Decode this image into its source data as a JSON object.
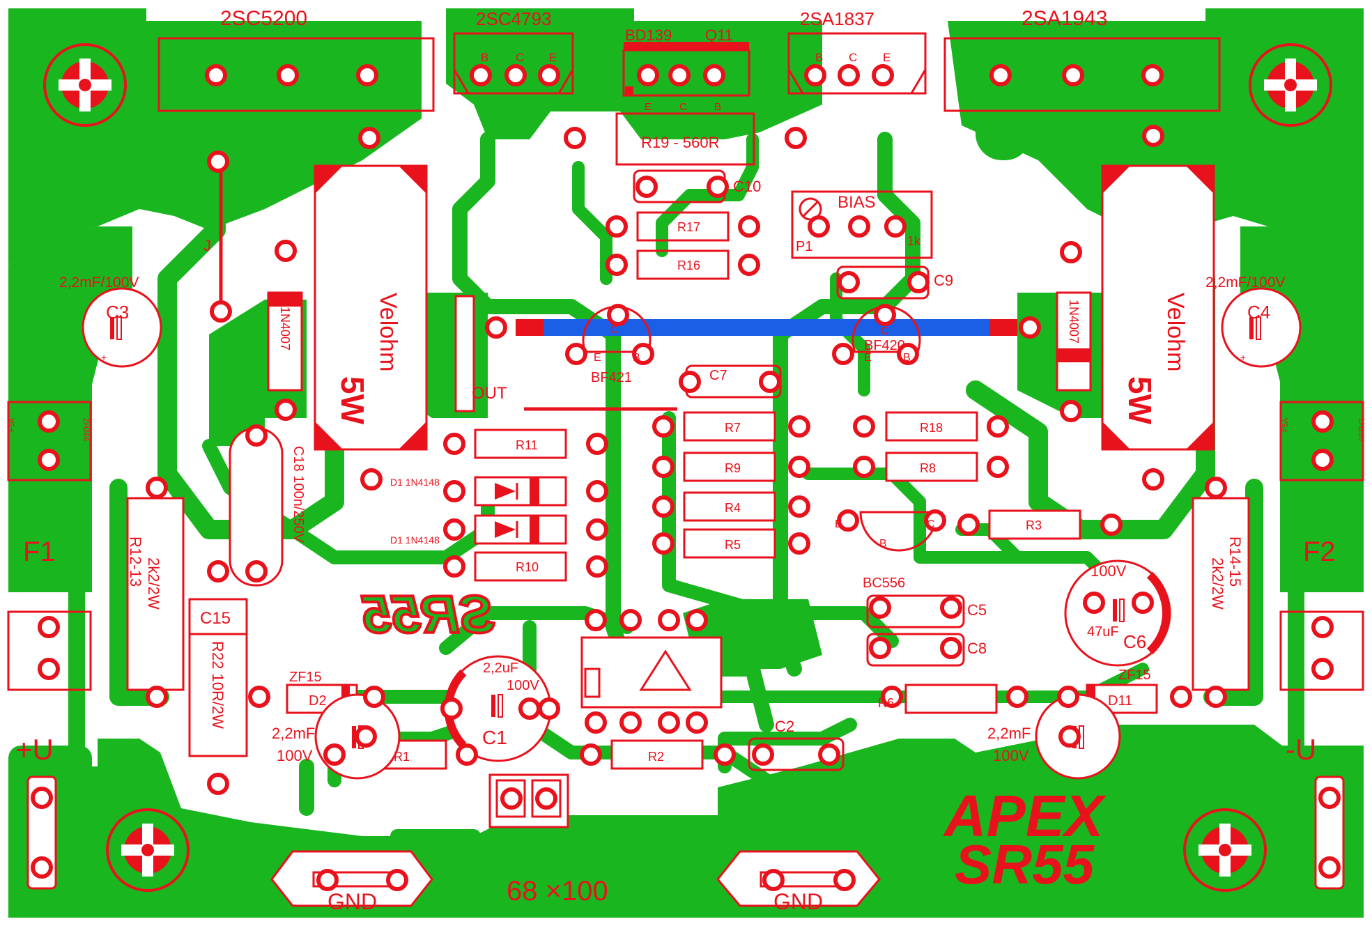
{
  "transistors": {
    "q_2sc5200": "2SC5200",
    "q_2sc4793": "2SC4793",
    "q_bd139": "BD139",
    "q_q11": "Q11",
    "q_2sa1837": "2SA1837",
    "q_2sa1943": "2SA1943",
    "q_bf421": "BF421",
    "q_bf420": "BF420",
    "q_bc556": "BC556"
  },
  "pins": {
    "b": "B",
    "c": "C",
    "e": "E"
  },
  "resistors": {
    "r19": "R19 - 560R",
    "r17": "R17",
    "r16": "R16",
    "r11": "R11",
    "r10": "R10",
    "r7": "R7",
    "r9": "R9",
    "r4": "R4",
    "r5": "R5",
    "r18": "R18",
    "r8": "R8",
    "r3": "R3",
    "r6": "R6",
    "r1": "R1",
    "r2": "R2",
    "r12_13": "R12-13",
    "r12_13_val": "2k2/2W",
    "r14_15": "R14-15",
    "r14_15_val": "2k2/2W",
    "r22": "R22 10R/2W"
  },
  "capacitors": {
    "c10": "C10",
    "c9": "C9",
    "c7": "C7",
    "c5": "C5",
    "c8": "C8",
    "c2": "C2",
    "c3": "C3",
    "c3_val": "2,2mF/100V",
    "c4": "C4",
    "c4_val": "2,2mF/100V",
    "c18": "C18 100n/250V",
    "c15": "C15",
    "c1": "C1",
    "c1_val": "2,2uF",
    "c1_v": "100V",
    "c6": "C6",
    "c6_val": "47uF",
    "c6_v": "100V",
    "c_left_val": "2,2mF",
    "c_left_v": "100V",
    "c_right_val": "2,2mF",
    "c_right_v": "100V"
  },
  "misc": {
    "bias": "BIAS",
    "p1": "P1",
    "p1_val": "1k",
    "out": "OUT",
    "d1": "D1 1N4148",
    "d1b": "D1 1N4148",
    "diode_left": "1N4007",
    "diode_right": "1N4007",
    "res5w_left": "5W",
    "res5w_right": "5W",
    "velohm_left": "Velohm",
    "velohm_right": "Velohm",
    "zf_left": "ZF15",
    "d2": "D2",
    "zf_right": "ZF15",
    "d11": "D11",
    "f1": "F1",
    "f2": "F2",
    "fuse_small_l": "F5A",
    "fuse_small_l2": "ZH266",
    "fuse_small_r": "F5A",
    "fuse_small_r2": "ZH266",
    "plus_u": "+U",
    "minus_u": "-U",
    "gnd_left": "GND",
    "gnd_right": "GND",
    "dims": "68 ×100",
    "brand_1": "APEX",
    "brand_2": "SR55",
    "mirror_text": "SR55",
    "j": "J",
    "plus": "+"
  }
}
